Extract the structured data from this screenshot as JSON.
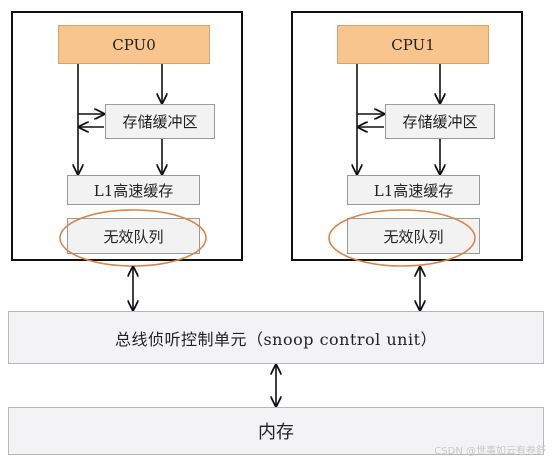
{
  "cores": [
    {
      "cpu_label": "CPU0",
      "store_buffer_label": "存储缓冲区",
      "l1_label": "L1高速缓存",
      "invalidate_queue_label": "无效队列"
    },
    {
      "cpu_label": "CPU1",
      "store_buffer_label": "存储缓冲区",
      "l1_label": "L1高速缓存",
      "invalidate_queue_label": "无效队列"
    }
  ],
  "bus_label": "总线侦听控制单元（snoop control unit）",
  "memory_label": "内存",
  "watermark": "CSDN @世事如云有卷舒",
  "colors": {
    "cpu_fill": "#f7c58d",
    "highlight_ellipse": "#d9844a",
    "box_fill": "#f2f2f2",
    "line": "#111111"
  }
}
